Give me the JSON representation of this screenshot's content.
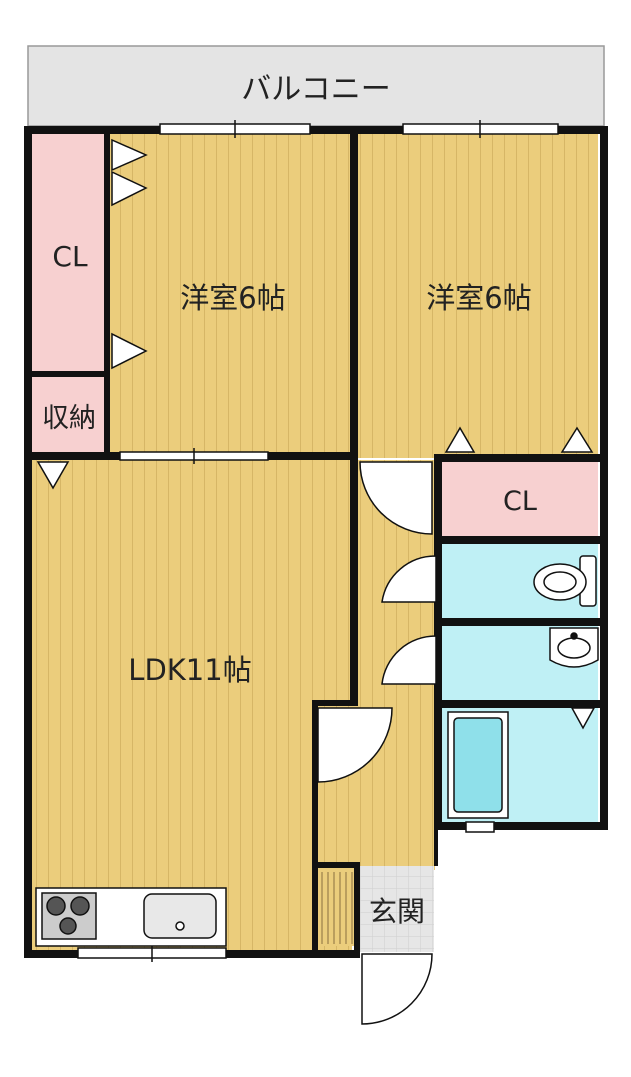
{
  "rooms": {
    "balcony": "バルコニー",
    "closet_left": "CL",
    "western_room_1": "洋室6帖",
    "western_room_2": "洋室6帖",
    "storage": "収納",
    "ldk": "LDK11帖",
    "closet_right": "CL",
    "entrance": "玄関"
  },
  "colors": {
    "wood_floor": "#ebcd7c",
    "wood_line": "#d4b464",
    "closet": "#f7d0d0",
    "wet_area": "#bff0f5",
    "balcony": "#e4e4e4",
    "wall": "#111111"
  }
}
